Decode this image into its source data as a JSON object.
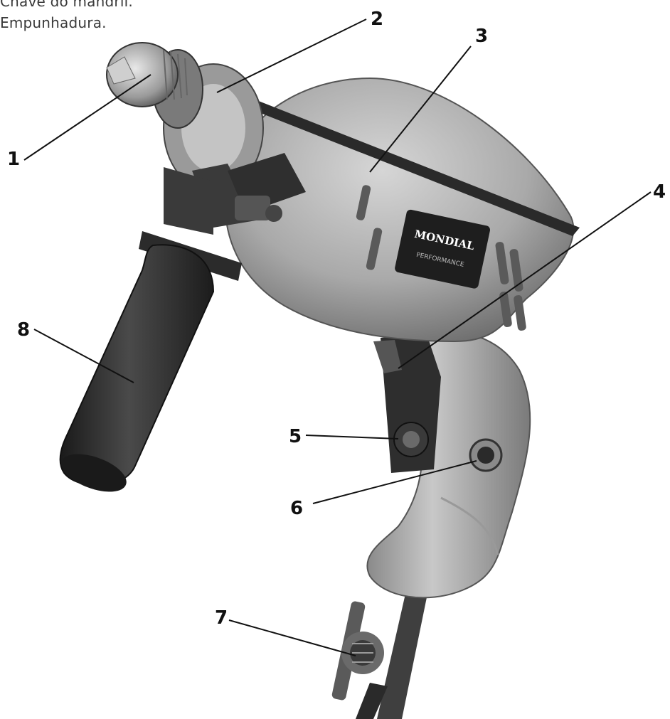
{
  "captions": {
    "line1": "Chave do mandril.",
    "line2": "Empunhadura."
  },
  "brand": {
    "logo": "MONDIAL",
    "model_line": "PERFORMANCE"
  },
  "callouts": [
    {
      "label": "1"
    },
    {
      "label": "2"
    },
    {
      "label": "3"
    },
    {
      "label": "4"
    },
    {
      "label": "5"
    },
    {
      "label": "6"
    },
    {
      "label": "7"
    },
    {
      "label": "8"
    }
  ],
  "colors": {
    "body_light": "#bdbdbd",
    "body_mid": "#8f8f8f",
    "body_dark": "#3a3a3a",
    "handle": "#262626",
    "line": "#111111"
  }
}
